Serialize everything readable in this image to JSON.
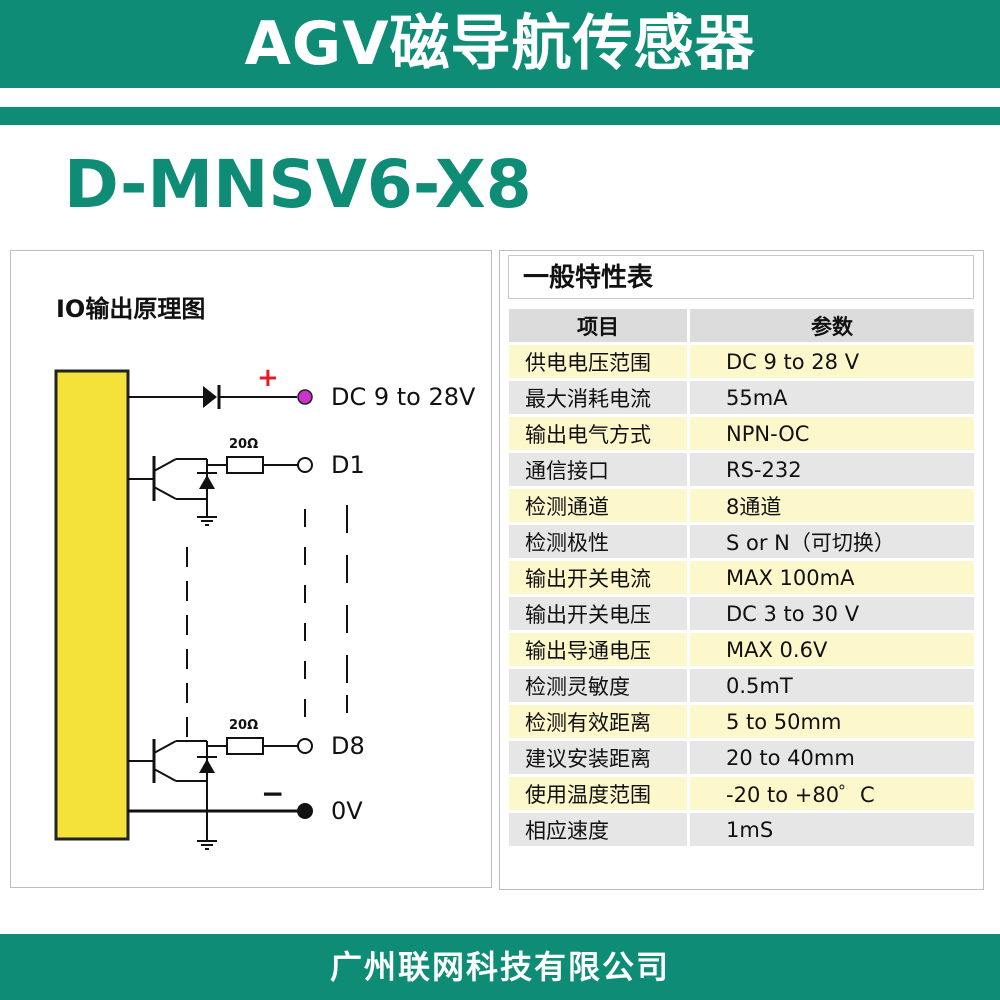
{
  "header": {
    "title": "AGV磁导航传感器"
  },
  "model": "D-MNSV6-X8",
  "circuit": {
    "title": "IO输出原理图",
    "pins": {
      "supply": "DC 9 to 28V",
      "d1": "D1",
      "d8": "D8",
      "ground": "0V"
    },
    "resistor_label": "20Ω",
    "plus_sign": "+",
    "minus_sign": "−"
  },
  "spec_table": {
    "title": "一般特性表",
    "headers": [
      "项目",
      "参数"
    ],
    "rows": [
      [
        "供电电压范围",
        "DC  9 to 28 V"
      ],
      [
        "最大消耗电流",
        "55mA"
      ],
      [
        "输出电气方式",
        "NPN-OC"
      ],
      [
        "通信接口",
        "RS-232"
      ],
      [
        "检测通道",
        "8通道"
      ],
      [
        "检测极性",
        "S or N（可切换）"
      ],
      [
        "输出开关电流",
        "MAX 100mA"
      ],
      [
        "输出开关电压",
        "DC  3 to 30 V"
      ],
      [
        "输出导通电压",
        "MAX 0.6V"
      ],
      [
        "检测灵敏度",
        " 0.5mT"
      ],
      [
        "检测有效距离",
        "5 to 50mm"
      ],
      [
        "建议安装距离",
        "20 to 40mm"
      ],
      [
        "使用温度范围",
        " -20  to +80゜C"
      ],
      [
        "相应速度",
        "1mS"
      ]
    ]
  },
  "footer": {
    "company": "广州联网科技有限公司"
  },
  "colors": {
    "brand_teal": "#0e8c76",
    "module_yellow": "#f4e23a",
    "supply_pin": "#cc33cc",
    "odd_row": "#fdf8cc",
    "even_row": "#e6e6e6"
  }
}
